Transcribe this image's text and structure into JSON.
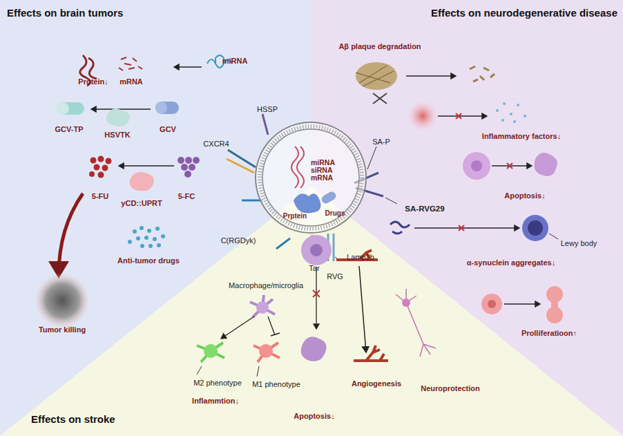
{
  "diagram": {
    "nodes": [
      {
        "text": [
          "Effects on brain tumors"
        ]
      },
      {
        "text": [
          "Effects on neurodegenerative disease"
        ]
      },
      {
        "text": [
          "Effects on stroke"
        ]
      },
      {
        "text": [
          "miRNA siRNA mRNA",
          "Prptein",
          "Drugs"
        ]
      }
    ],
    "labels": [
      "Protein↓",
      "mRNA",
      "miRNA",
      "GCV-TP",
      "HSVTK",
      "GCV",
      "5-FU",
      "yCD::UPRT",
      "5-FC",
      "Anti-tumor drugs",
      "Tumor killing",
      "HSSP",
      "CXCR4",
      "SA-P",
      "SA-RVG29",
      "C(RGDyk)",
      "Tar",
      "Lamp2b",
      "RVG",
      "Aβ plaque degradation",
      "Inflammatory factors↓",
      "Apoptosis↓",
      "Lewy body",
      "α-synuclein aggregates↓",
      "Prolliferatioon↑",
      "Macrophage/microglia",
      "M2 phenotype",
      "M1 phenotype",
      "Inflammtion↓",
      "Apoptosis↓",
      "Angiogenesis",
      "Neuroprotection"
    ]
  }
}
